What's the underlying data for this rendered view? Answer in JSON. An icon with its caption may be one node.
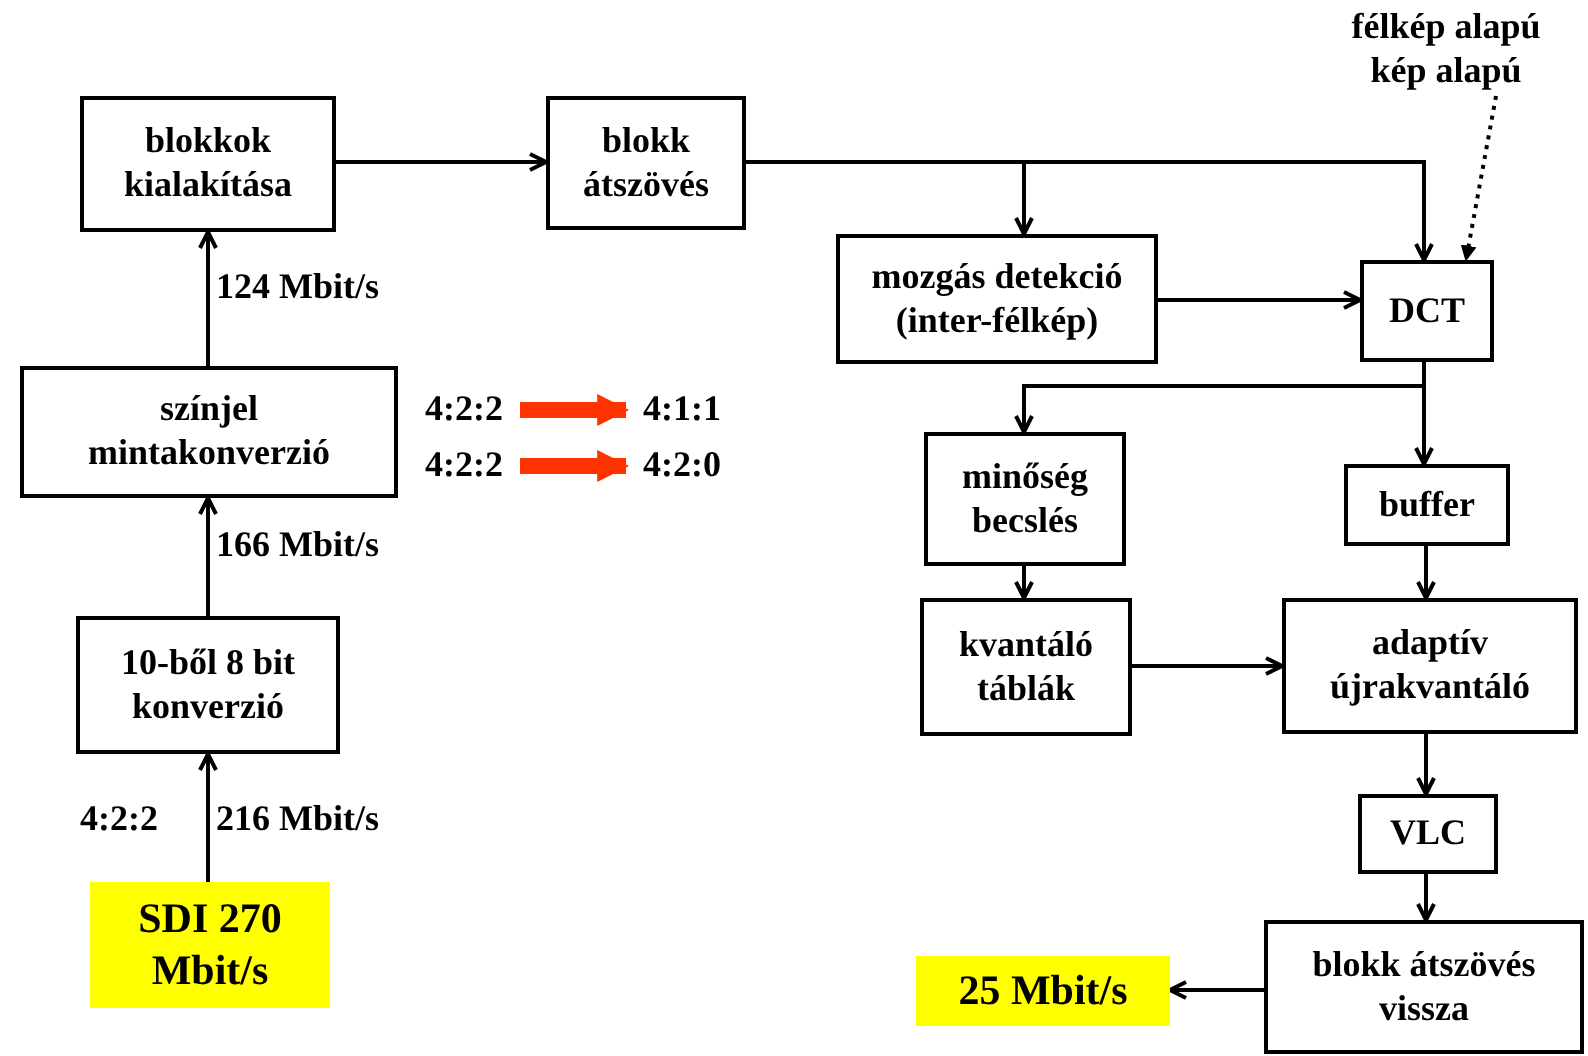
{
  "diagram": {
    "nodes": [
      {
        "text": [
          "blokkok kialakítása"
        ]
      },
      {
        "text": [
          "blokk átszövés"
        ]
      },
      {
        "text": [
          "mozgás detekció (inter-félkép)"
        ]
      },
      {
        "text": [
          "DCT"
        ]
      },
      {
        "text": [
          "félkép alapú",
          "kép alapú"
        ]
      },
      {
        "text": [
          "színjel mintakonverzió"
        ]
      },
      {
        "text": [
          "minőség becslés"
        ]
      },
      {
        "text": [
          "buffer"
        ]
      },
      {
        "text": [
          "10-ből 8 bit konverzió"
        ]
      },
      {
        "text": [
          "kvantáló táblák"
        ]
      },
      {
        "text": [
          "adaptív újrakvantáló"
        ]
      },
      {
        "text": [
          "VLC"
        ]
      },
      {
        "text": [
          "SDI 270 Mbit/s"
        ]
      },
      {
        "text": [
          "25 Mbit/s"
        ]
      },
      {
        "text": [
          "blokk átszövés vissza"
        ]
      },
      {
        "text": [
          "4:2:2"
        ]
      },
      {
        "text": [
          "4:1:1"
        ]
      },
      {
        "text": [
          "4:2:2"
        ]
      },
      {
        "text": [
          "4:2:0"
        ]
      }
    ],
    "edges": [
      {
        "from": 5,
        "to": 0,
        "arrow": "to",
        "label": "124 Mbit/s"
      },
      {
        "from": 0,
        "to": 1,
        "arrow": "to"
      },
      {
        "from": 1,
        "to": 2,
        "arrow": "to"
      },
      {
        "from": 1,
        "to": 3,
        "arrow": "to"
      },
      {
        "from": 4,
        "to": 3,
        "arrow": "to",
        "style": "dashed"
      },
      {
        "from": 2,
        "to": 3,
        "arrow": "to"
      },
      {
        "from": 3,
        "to": 6,
        "arrow": "to"
      },
      {
        "from": 3,
        "to": 7,
        "arrow": "to"
      },
      {
        "from": 6,
        "to": 9,
        "arrow": "to"
      },
      {
        "from": 7,
        "to": 10,
        "arrow": "to"
      },
      {
        "from": 9,
        "to": 10,
        "arrow": "to"
      },
      {
        "from": 10,
        "to": 11,
        "arrow": "to"
      },
      {
        "from": 11,
        "to": 14,
        "arrow": "to"
      },
      {
        "from": 14,
        "to": 13,
        "arrow": "to"
      },
      {
        "from": 8,
        "to": 5,
        "arrow": "to",
        "label": "166 Mbit/s"
      },
      {
        "from": 12,
        "to": 8,
        "arrow": "to",
        "label": "216 Mbit/s"
      },
      {
        "from": 15,
        "to": 16,
        "arrow": "to",
        "style": "thick",
        "color": "#ff3300"
      },
      {
        "from": 17,
        "to": 18,
        "arrow": "to",
        "style": "thick",
        "color": "#ff3300"
      }
    ],
    "labels": [
      "4:2:2"
    ]
  }
}
